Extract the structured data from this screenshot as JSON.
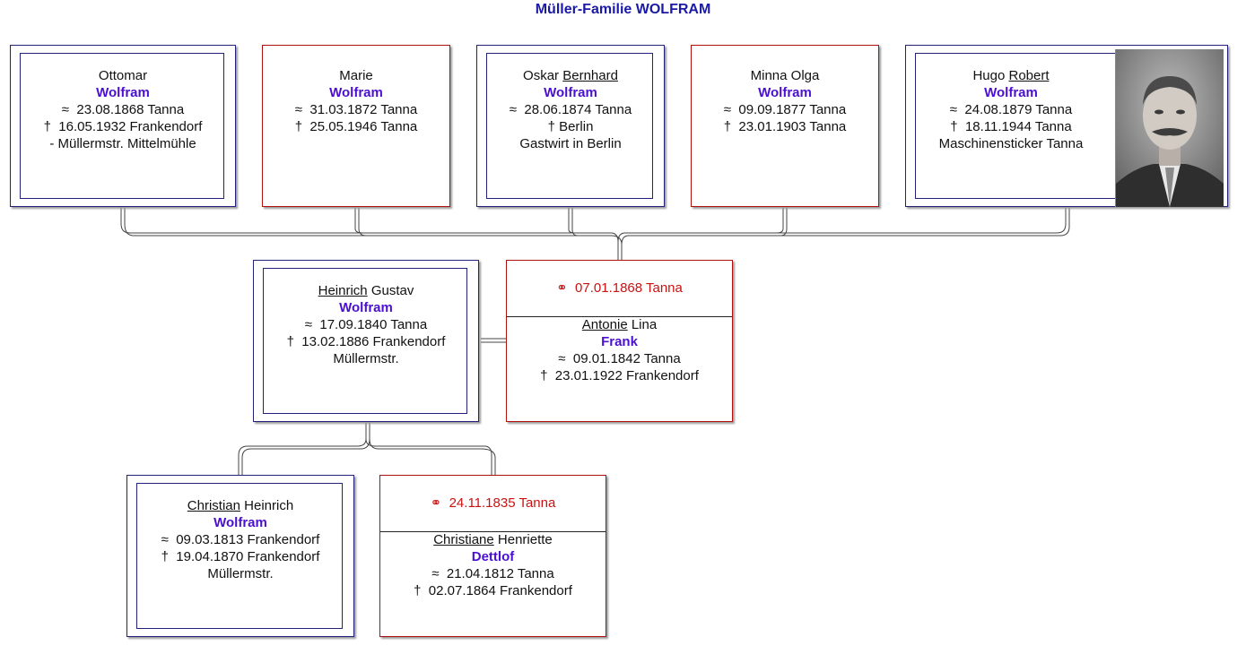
{
  "title": "Müller-Familie WOLFRAM",
  "symbols": {
    "birth": "≈",
    "death": "†",
    "marriage": "⚭"
  },
  "children": [
    {
      "given_plain": "Ottomar",
      "given_main": "",
      "given_rest": "",
      "surname": "Wolfram",
      "birth": "23.08.1868 Tanna",
      "death": "16.05.1932 Frankendorf",
      "note": "- Müllermstr. Mittelmühle"
    },
    {
      "given_plain": "Marie",
      "given_main": "",
      "given_rest": "",
      "surname": "Wolfram",
      "birth": "31.03.1872 Tanna",
      "death": "25.05.1946 Tanna",
      "note": ""
    },
    {
      "given_plain": "",
      "given_main": "Bernhard",
      "given_rest": "Oskar",
      "surname": "Wolfram",
      "birth": "28.06.1874 Tanna",
      "death": "Berlin",
      "note": "Gastwirt in Berlin"
    },
    {
      "given_plain": "Minna Olga",
      "given_main": "",
      "given_rest": "",
      "surname": "Wolfram",
      "birth": "09.09.1877 Tanna",
      "death": "23.01.1903 Tanna",
      "note": ""
    },
    {
      "given_plain": "",
      "given_main": "Robert",
      "given_rest": "Hugo",
      "surname": "Wolfram",
      "birth": "24.08.1879 Tanna",
      "death": "18.11.1944 Tanna",
      "note": "Maschinensticker Tanna"
    }
  ],
  "father": {
    "given_main": "Heinrich",
    "given_rest": "Gustav",
    "surname": "Wolfram",
    "birth": "17.09.1840 Tanna",
    "death": "13.02.1886 Frankendorf",
    "note": "Müllermstr."
  },
  "mother": {
    "marriage": "07.01.1868 Tanna",
    "given_main": "Antonie",
    "given_rest": "Lina",
    "surname": "Frank",
    "birth": "09.01.1842 Tanna",
    "death": "23.01.1922 Frankendorf"
  },
  "grandfather": {
    "given_main": "Christian",
    "given_rest": "Heinrich",
    "surname": "Wolfram",
    "birth": "09.03.1813 Frankendorf",
    "death": "19.04.1870 Frankendorf",
    "note": "Müllermstr."
  },
  "grandmother": {
    "marriage": "24.11.1835 Tanna",
    "given_main": "Christiane",
    "given_rest": "Henriette",
    "surname": "Dettlof",
    "birth": "21.04.1812 Tanna",
    "death": "02.07.1864 Frankendorf"
  }
}
